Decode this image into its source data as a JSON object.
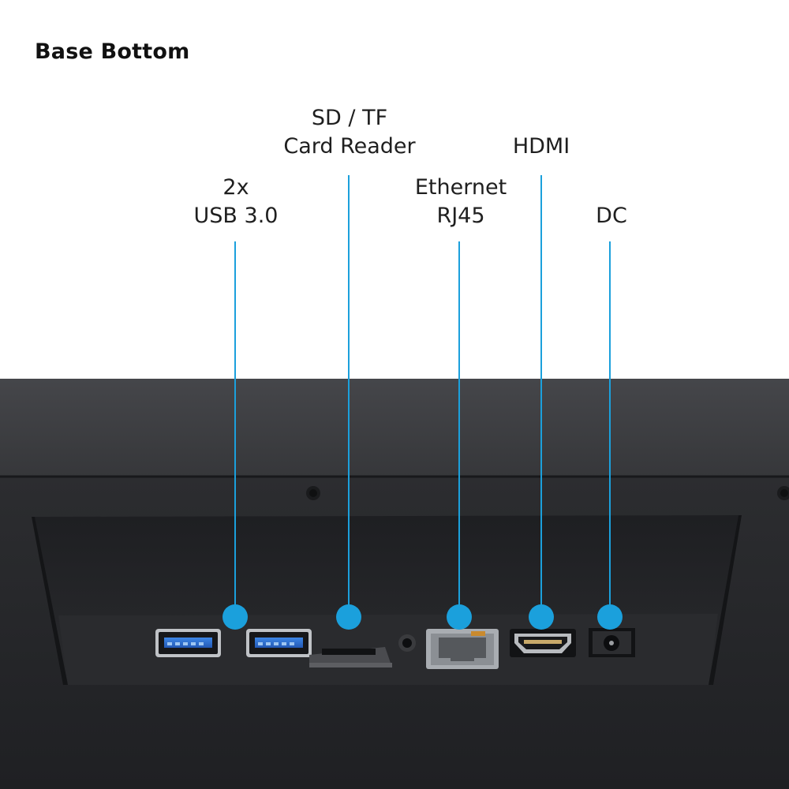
{
  "title": "Base Bottom",
  "accent_color": "#1ba0dc",
  "callouts": [
    {
      "id": "usb",
      "lines": [
        "2x",
        "USB 3.0"
      ],
      "icon": "usb-port-icon"
    },
    {
      "id": "sd",
      "lines": [
        "SD / TF",
        "Card Reader"
      ],
      "icon": "sd-card-slot-icon"
    },
    {
      "id": "ethernet",
      "lines": [
        "Ethernet",
        "RJ45"
      ],
      "icon": "ethernet-port-icon"
    },
    {
      "id": "hdmi",
      "lines": [
        "HDMI"
      ],
      "icon": "hdmi-port-icon"
    },
    {
      "id": "dc",
      "lines": [
        "DC"
      ],
      "icon": "dc-power-jack-icon"
    }
  ],
  "colors": {
    "device_top": "#3c3d40",
    "device_face": "#26272a",
    "usb_tongue": "#2f6fd0"
  }
}
